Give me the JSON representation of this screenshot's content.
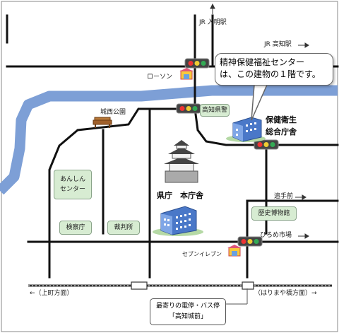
{
  "labels": {
    "jr_iriake": "JR 入明駅",
    "jr_kochi": "JR 高知駅",
    "lawson": "ローソン",
    "josai_park": "城西公園",
    "kochi_police": "高知県警",
    "hoken_eisei_line1": "保健衛生",
    "hoken_eisei_line2": "総合庁舎",
    "anshin_line1": "あんしん",
    "anshin_line2": "センター",
    "kensatsucho": "検察庁",
    "saibansho": "裁判所",
    "kencho": "県庁　本庁舎",
    "rekishi": "歴史博物館",
    "otemae": "追手前",
    "hirome": "ひろめ市場",
    "seven": "セブンイレブン",
    "kamimachi": "←（上町方面）",
    "harimaya": "（はりまや橋方面）→"
  },
  "callout": {
    "line1": "精神保健福祉センター",
    "line2": "は、この建物の１階です。"
  },
  "stop": {
    "line1": "最寄りの電停・バス停",
    "line2": "「高知城前」"
  },
  "colors": {
    "river": "#7d9fd6",
    "road": "#111111",
    "green_box": "#d7ecd2",
    "building": "#4a78c8"
  }
}
